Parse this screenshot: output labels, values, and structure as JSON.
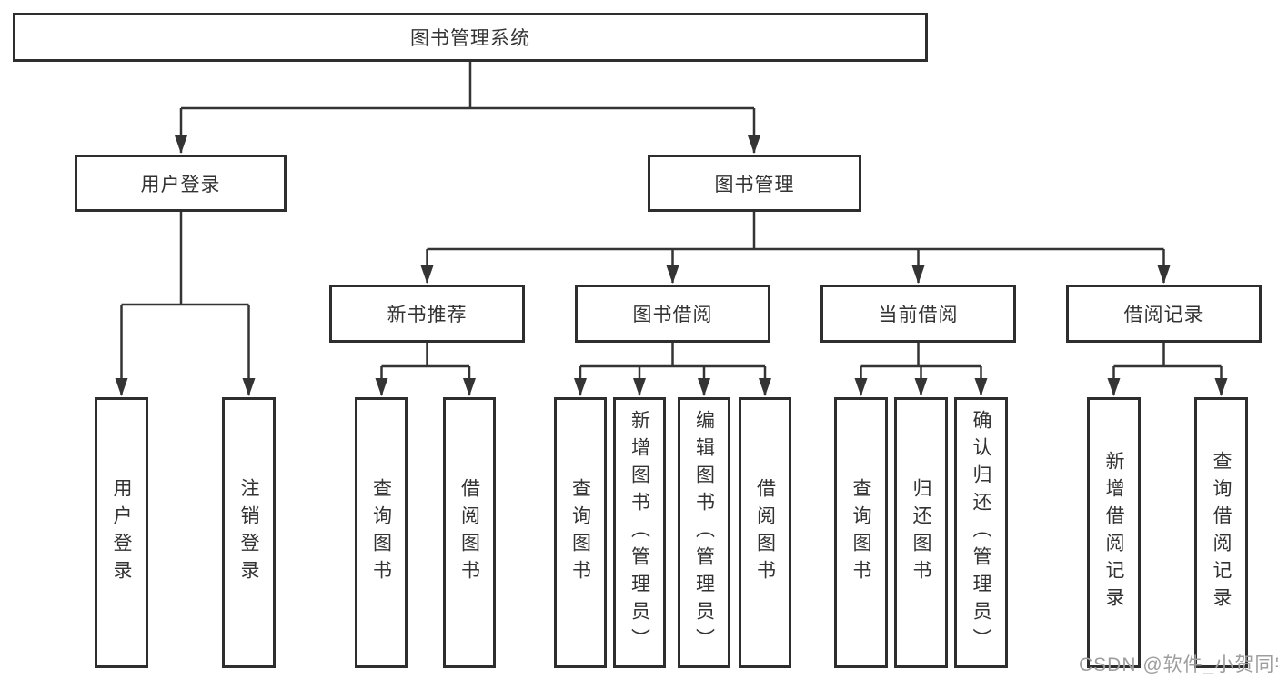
{
  "nodes": {
    "root": "图书管理系统",
    "user_login": "用户登录",
    "book_management": "图书管理",
    "new_book_recommend": "新书推荐",
    "book_borrow": "图书借阅",
    "current_borrow": "当前借阅",
    "borrow_records": "借阅记录",
    "leaf_user_login": "用户登录",
    "leaf_logout": "注销登录",
    "leaf_query_books_a": "查询图书",
    "leaf_borrow_books_a": "借阅图书",
    "leaf_query_books_b": "查询图书",
    "leaf_add_books": "新增图书（管理员）",
    "leaf_edit_books": "编辑图书（管理员）",
    "leaf_borrow_books_b": "借阅图书",
    "leaf_query_books_c": "查询图书",
    "leaf_return_books": "归还图书",
    "leaf_confirm_return": "确认归还（管理员）",
    "leaf_add_record": "新增借阅记录",
    "leaf_query_record": "查询借阅记录"
  },
  "watermark": "CSDN @软件_小贺同学",
  "colors": {
    "line": "#343434",
    "border": "#2e2e2e",
    "text": "#333333",
    "watermark": "#9e9e9e",
    "background": "#ffffff"
  }
}
